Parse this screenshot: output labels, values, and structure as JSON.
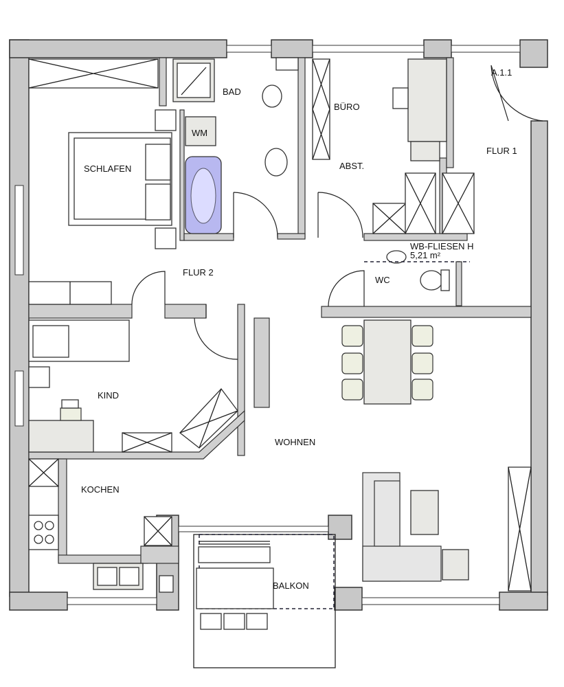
{
  "plan": {
    "unit_id": "A.1.1",
    "rooms": {
      "bad": "BAD",
      "buero": "BÜRO",
      "abst": "ABST.",
      "flur1": "FLUR 1",
      "schlafen": "SCHLAFEN",
      "flur2": "FLUR 2",
      "wc": "WC",
      "kind": "KIND",
      "wohnen": "WOHNEN",
      "kochen": "KOCHEN",
      "balkon": "BALKON"
    },
    "appliances": {
      "washer": "WM"
    },
    "annotations": {
      "tile_note": "WB-FLIESEN H",
      "tile_area": "5,21 m²"
    }
  }
}
